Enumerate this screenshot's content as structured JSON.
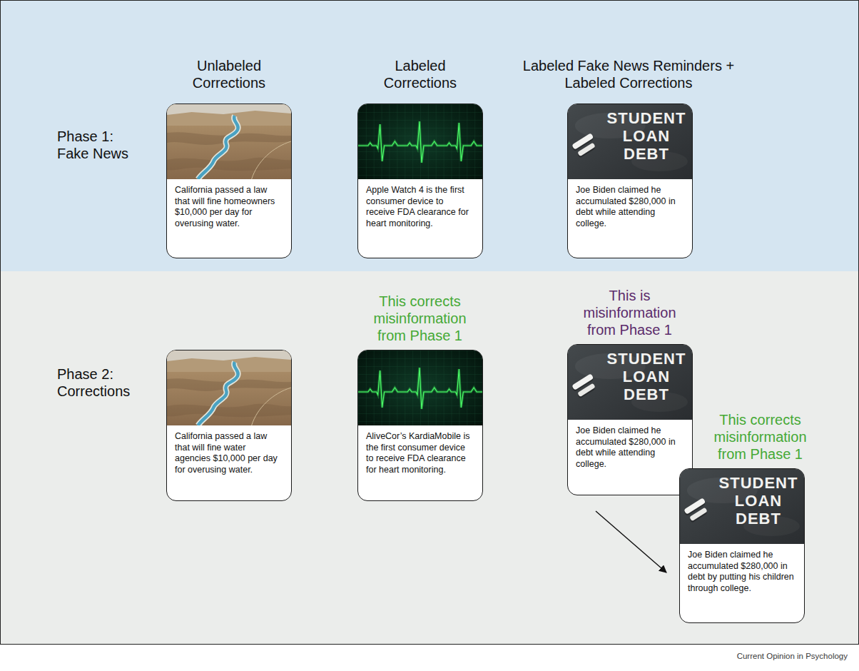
{
  "diagram": {
    "nodes": [
      {
        "text": [
          "Phase 1: Fake News"
        ]
      },
      {
        "text": [
          "California passed a law that will fine homeowners $10,000 per day for overusing water."
        ],
        "in": 0
      },
      {
        "text": [
          "Apple Watch 4 is the first consumer device to receive FDA clearance for heart monitoring."
        ],
        "in": 0
      },
      {
        "text": [
          "Joe Biden claimed he accumulated $280,000 in debt while attending college."
        ],
        "in": 0
      },
      {
        "text": [
          "Phase 2: Corrections"
        ]
      },
      {
        "text": [
          "California passed a law that will fine water agencies $10,000 per day for overusing water."
        ],
        "in": 4
      },
      {
        "text": [
          "This corrects misinformation from Phase 1",
          "AliveCor’s KardiaMobile is the first consumer device to receive FDA clearance for heart monitoring."
        ],
        "in": 4
      },
      {
        "text": [
          "This is misinformation from Phase 1",
          "Joe Biden claimed he accumulated $280,000 in debt while attending college."
        ],
        "in": 4
      },
      {
        "text": [
          "This corrects misinformation from Phase 1",
          "Joe Biden claimed he accumulated $280,000 in debt by putting his children through college."
        ],
        "in": 4
      }
    ],
    "edges": [
      {
        "from": 7,
        "to": 8,
        "arrow": "to"
      }
    ],
    "labels": [
      "Unlabeled Corrections",
      "Labeled Corrections",
      "Labeled Fake News Reminders + Labeled Corrections",
      "STUDENT LOAN DEBT",
      "STUDENT LOAN DEBT",
      "STUDENT LOAN DEBT",
      "Current Opinion in Psychology"
    ]
  }
}
